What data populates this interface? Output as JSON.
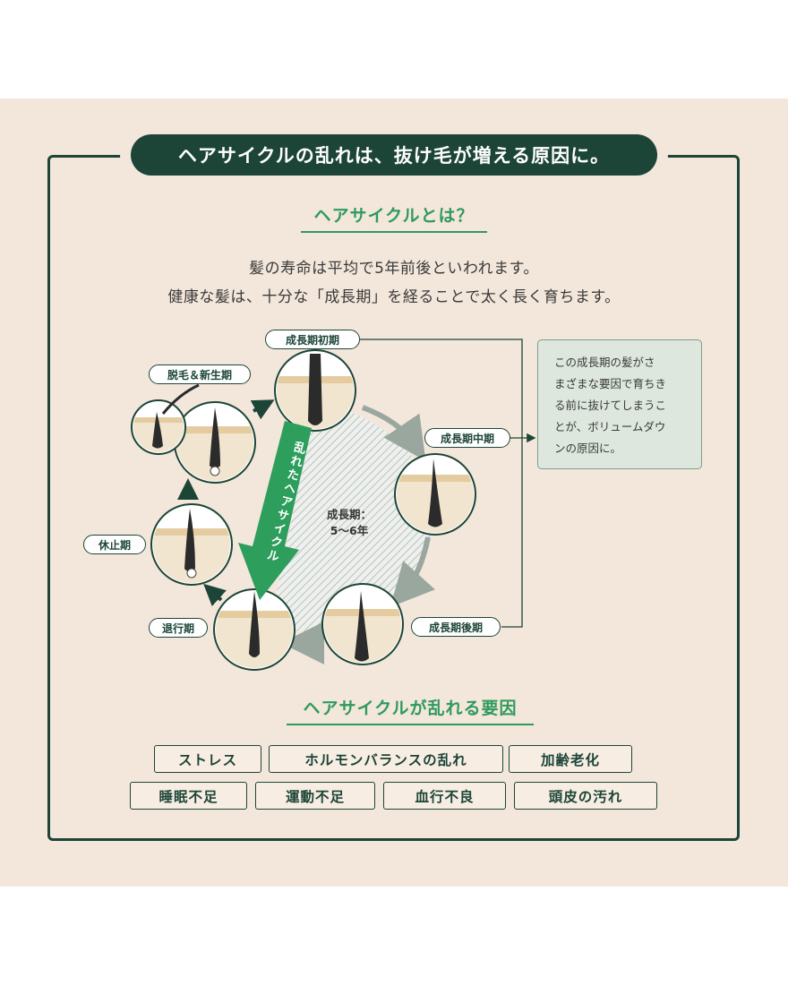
{
  "title": "ヘアサイクルの乱れは、抜け毛が増える原因に。",
  "section1": {
    "heading": "ヘアサイクルとは？",
    "intro_line1": "髪の寿命は平均で5年前後といわれます。",
    "intro_line2": "健康な髪は、十分な「成長期」を経ることで太く長く育ちます。"
  },
  "diagram": {
    "stages": {
      "early_growth": "成長期初期",
      "mid_growth": "成長期中期",
      "late_growth": "成長期後期",
      "regression": "退行期",
      "resting": "休止期",
      "shedding_new": "脱毛＆新生期"
    },
    "center_label": "成長期：",
    "center_duration": "5〜6年",
    "disrupted_label": "乱れたヘアサイクル",
    "callout_lines": [
      "この成長期の髪がさ",
      "まざまな要因で育ちき",
      "る前に抜けてしまうこ",
      "とが、ボリュームダウ",
      "ンの原因に。"
    ]
  },
  "section2": {
    "heading": "ヘアサイクルが乱れる要因",
    "factors_row1": [
      "ストレス",
      "ホルモンバランスの乱れ",
      "加齢老化"
    ],
    "factors_row2": [
      "睡眠不足",
      "運動不足",
      "血行不良",
      "頭皮の汚れ"
    ]
  },
  "colors": {
    "dark_green": "#1c4537",
    "accent_green": "#2f9a5e",
    "background": "#f3e6da",
    "callout_bg": "#dde7de",
    "gray_arrow": "#9aa79f"
  }
}
